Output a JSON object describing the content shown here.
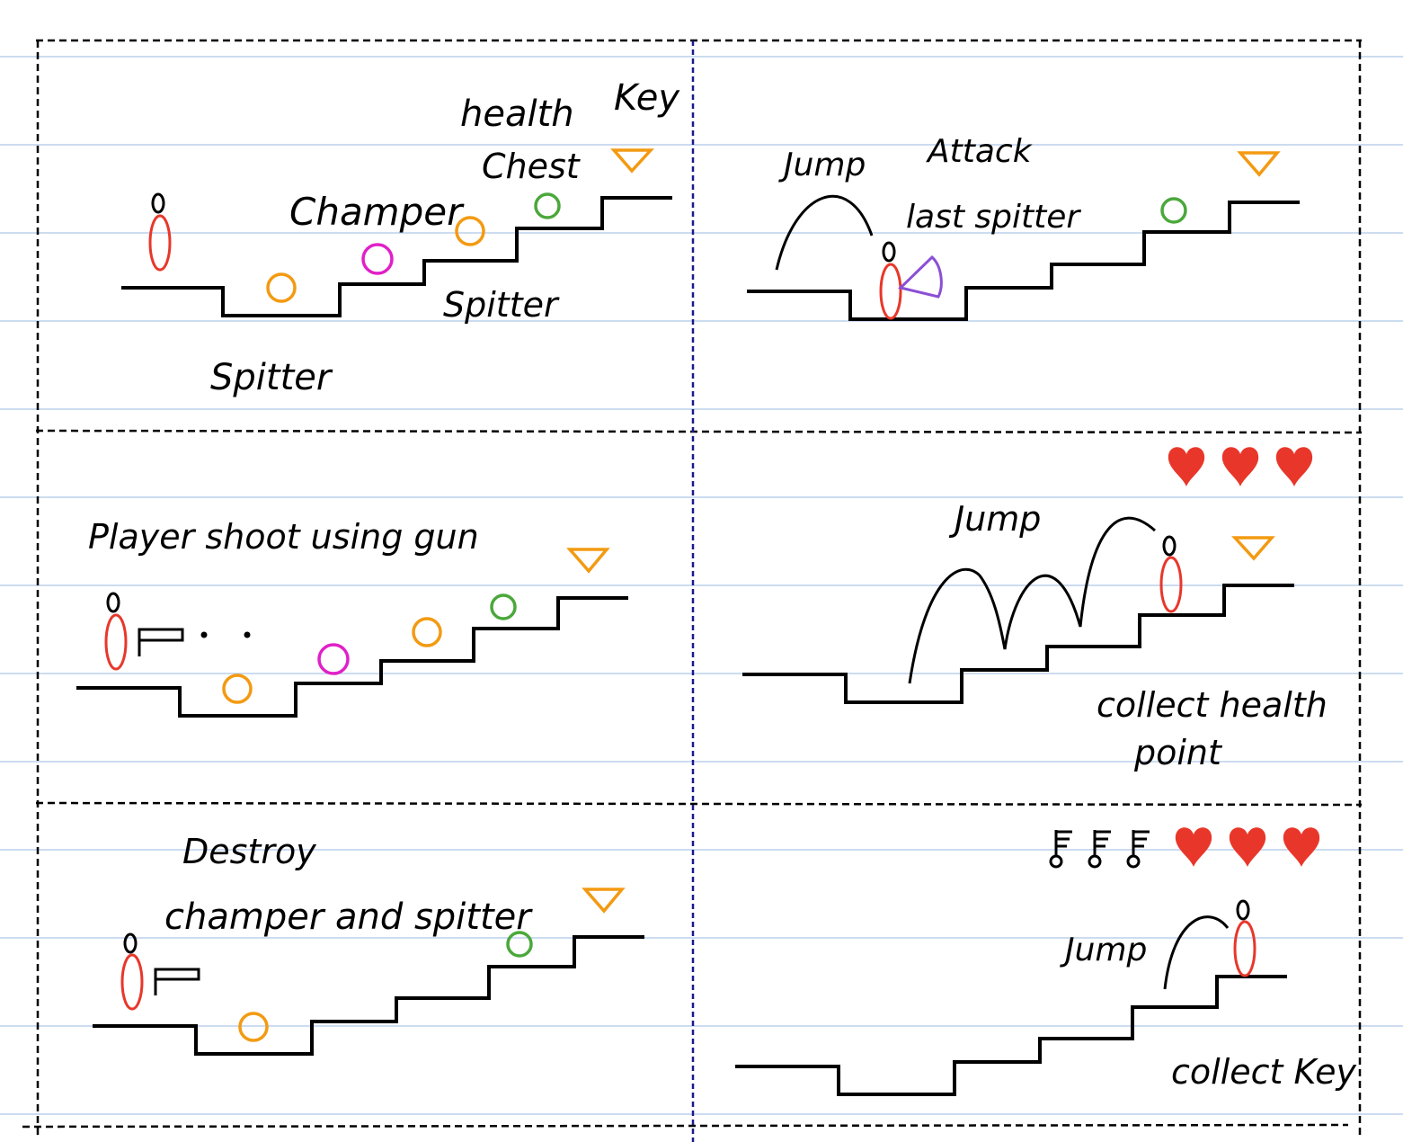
{
  "colors": {
    "paper": "#ffffff",
    "rule_line": "#aec6e8",
    "divider_dashed": "#000000",
    "divider_blue": "#1a1a8c",
    "ink": "#000000",
    "player": "#e8372a",
    "spitter": "#f39a12",
    "champer": "#e020c8",
    "health_point": "#4aa83a",
    "key": "#f39a12",
    "attack_arc": "#8b4fd6",
    "heart": "#e8372a"
  },
  "panels": [
    {
      "id": "panel-1",
      "labels": {
        "health": "health",
        "key": "Key",
        "chest": "Chest",
        "champer": "Champer",
        "spitter_upper": "Spitter",
        "spitter_lower": "Spitter"
      },
      "icons": [
        "player-figure",
        "spitter-enemy",
        "champer-enemy",
        "spitter-enemy",
        "health-point-icon",
        "key-icon"
      ]
    },
    {
      "id": "panel-2",
      "labels": {
        "jump": "Jump",
        "attack": "Attack",
        "last_spitter": "last spitter"
      },
      "icons": [
        "jump-arc",
        "player-figure",
        "attack-arc-icon",
        "health-point-icon",
        "key-icon"
      ]
    },
    {
      "id": "panel-3",
      "labels": {
        "caption": "Player shoot using gun"
      },
      "icons": [
        "player-figure",
        "gun-icon",
        "bullet",
        "spitter-enemy",
        "champer-enemy",
        "spitter-enemy",
        "health-point-icon",
        "key-icon"
      ]
    },
    {
      "id": "panel-4",
      "labels": {
        "jump": "Jump",
        "collect_line1": "collect health",
        "collect_line2": "point"
      },
      "hearts": 3,
      "icons": [
        "heart-icon",
        "jump-arc",
        "player-figure",
        "key-icon"
      ]
    },
    {
      "id": "panel-5",
      "labels": {
        "destroy": "Destroy",
        "target": "champer and spitter"
      },
      "icons": [
        "player-figure",
        "gun-icon",
        "spitter-enemy",
        "health-point-icon",
        "key-icon"
      ]
    },
    {
      "id": "panel-6",
      "labels": {
        "jump": "Jump",
        "collect_key": "collect Key"
      },
      "hearts": 3,
      "keys_collected": 3,
      "icons": [
        "key-inventory-icon",
        "heart-icon",
        "jump-arc",
        "player-figure"
      ]
    }
  ]
}
